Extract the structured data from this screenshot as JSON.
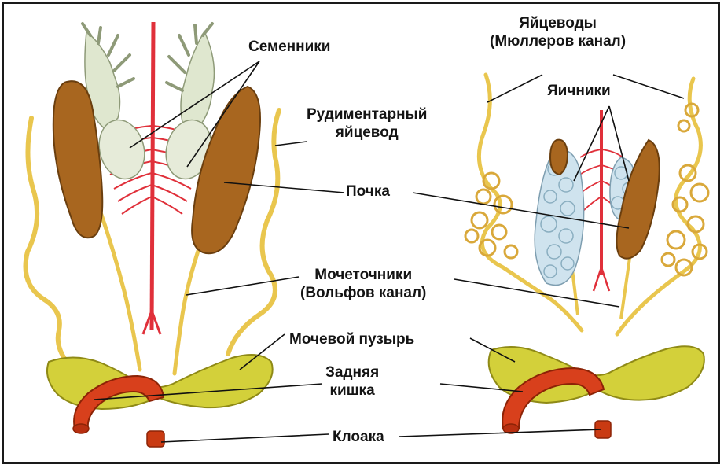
{
  "colors": {
    "kidney": "#a8661f",
    "testis": "#e4e9d8",
    "ovary": "#cfe3ee",
    "duct": "#e9c64e",
    "vessel": "#e0303a",
    "bladder": "#d3d03a",
    "intestine": "#d8401c",
    "line": "#111111"
  },
  "labels": {
    "testes": "Семенники",
    "rudimentary_oviduct_1": "Рудиментарный",
    "rudimentary_oviduct_2": "яйцевод",
    "oviducts_1": "Яйцеводы",
    "oviducts_2": "(Мюллеров канал)",
    "ovaries": "Яичники",
    "kidney": "Почка",
    "ureters_1": "Мочеточники",
    "ureters_2": "(Вольфов канал)",
    "bladder": "Мочевой пузырь",
    "hindgut_1": "Задняя",
    "hindgut_2": "кишка",
    "cloaca": "Клоака"
  }
}
